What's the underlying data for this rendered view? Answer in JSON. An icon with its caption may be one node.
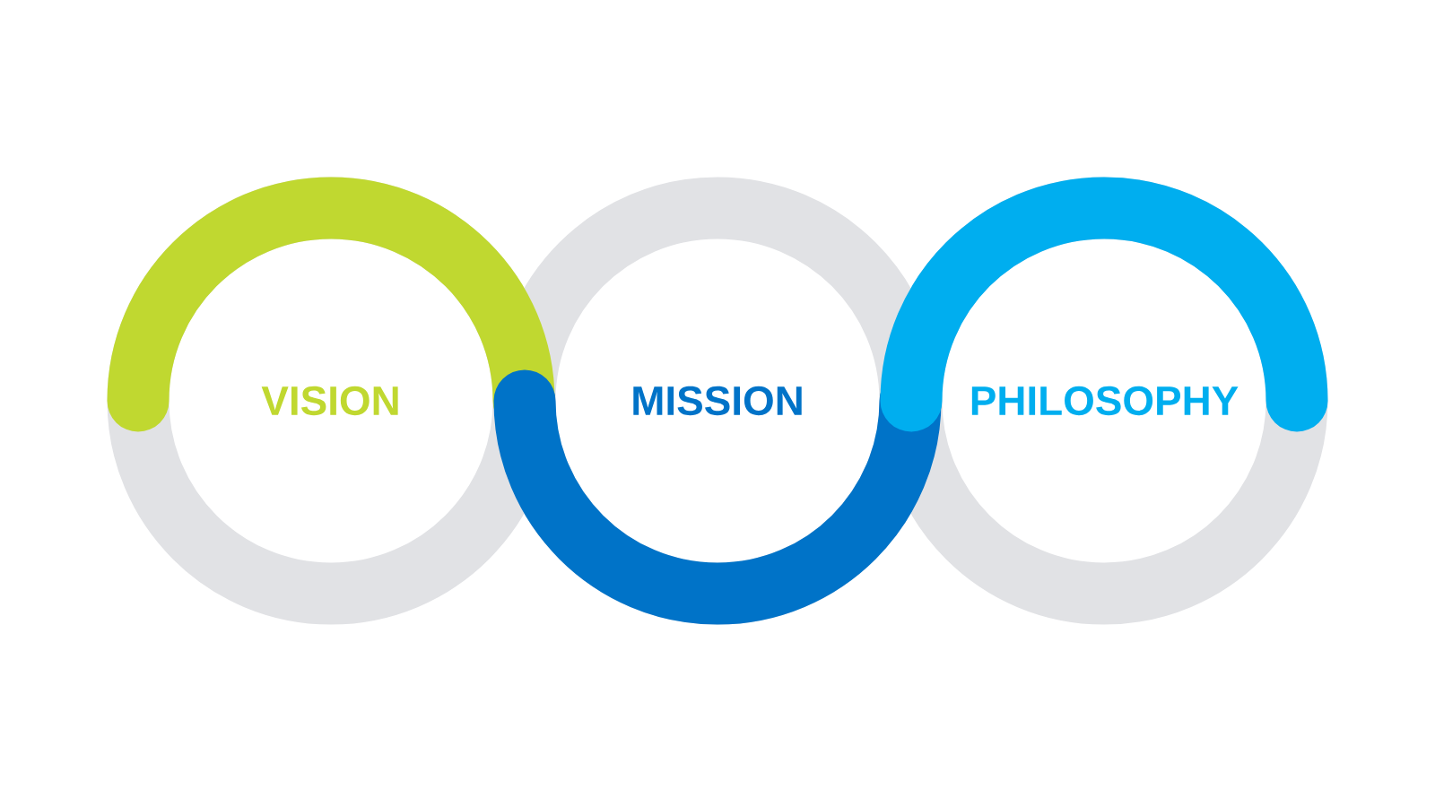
{
  "diagram": {
    "nodes": [
      {
        "text": [
          "VISION"
        ]
      },
      {
        "text": [
          "MISSION"
        ]
      },
      {
        "text": [
          "PHILOSOPHY"
        ]
      }
    ]
  }
}
